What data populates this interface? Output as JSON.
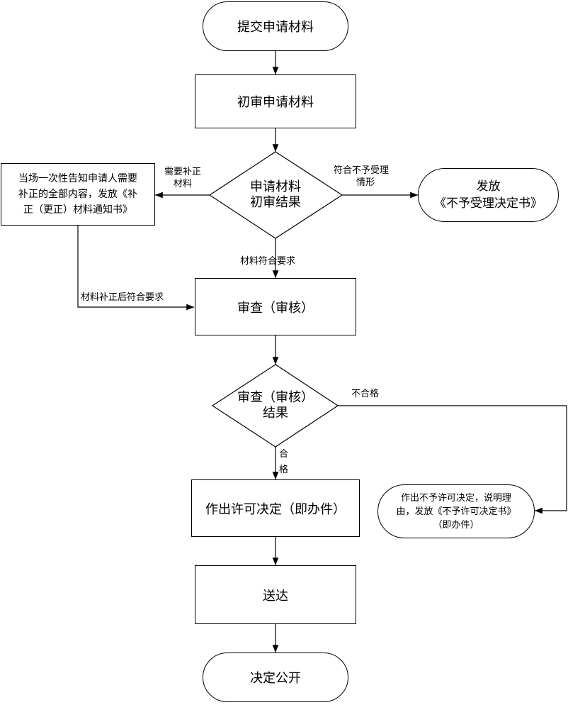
{
  "nodes": {
    "submit": "提交申请材料",
    "preliminary_review": "初审申请材料",
    "prelim_result_line1": "申请材料",
    "prelim_result_line2": "初审结果",
    "notify_supplement_line1": "当场一次性告知申请人需要",
    "notify_supplement_line2": "补正的全部内容，发放《补",
    "notify_supplement_line3": "正（更正）材料通知书》",
    "reject_acceptance_line1": "发放",
    "reject_acceptance_line2": "《不予受理决定书》",
    "review": "审查（审核）",
    "review_result_line1": "审查（审核）",
    "review_result_line2": "结果",
    "grant": "作出许可决定（即办件）",
    "deny_line1": "作出不予许可决定，说明理",
    "deny_line2": "由，发放《不予许可决定书》",
    "deny_line3": "（即办件）",
    "deliver": "送达",
    "publish": "决定公开"
  },
  "edges": {
    "needs_supplement_line1": "需要补正",
    "needs_supplement_line2": "材料",
    "not_accepted_line1": "符合不予受理",
    "not_accepted_line2": "情形",
    "meets_requirements": "材料符合要求",
    "after_supplement": "材料补正后符合要求",
    "unqualified": "不合格",
    "qualified_line1": "合",
    "qualified_line2": "格"
  }
}
